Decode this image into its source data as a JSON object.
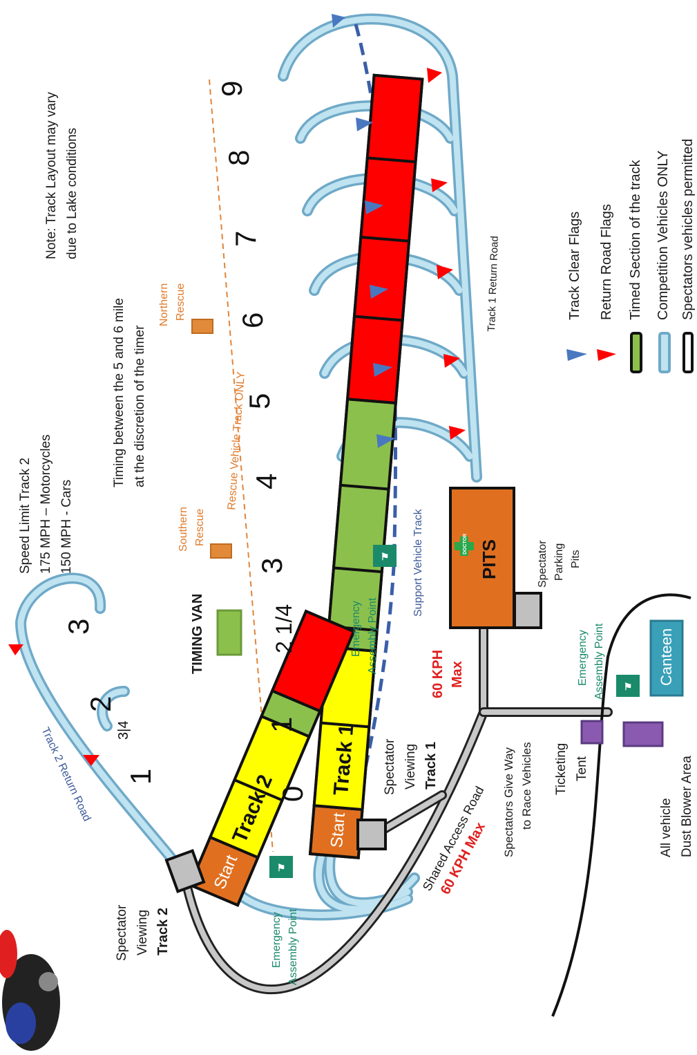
{
  "note": {
    "line1": "Note:  Track Layout may vary",
    "line2": "due to Lake conditions"
  },
  "speed_limit": {
    "line1": "Speed Limit Track 2",
    "line2": "175 MPH – Motorcycles",
    "line3": "150 MPH - Cars"
  },
  "timing_note": {
    "line1": "Timing between  the  5 and 6 mile",
    "line2": "at the discretion of the timer"
  },
  "timing_van": "TIMING  VAN",
  "rescue": {
    "northern_1": "Northern",
    "northern_2": "Rescue",
    "southern_1": "Southern",
    "southern_2": "Rescue",
    "vehicle_track": "Rescue Vehicle Track ONLY"
  },
  "track1": {
    "name": "Track 1",
    "start": "Start",
    "miles": [
      "0",
      "1",
      "2 1/4",
      "3",
      "4",
      "5",
      "6",
      "7",
      "8",
      "9"
    ],
    "return_road": "Track 1 Return Road"
  },
  "track2": {
    "name": "Track 2",
    "start": "Start",
    "miles": [
      "1",
      "3|4",
      "2",
      "3"
    ],
    "return_road": "Track 2 Return Road"
  },
  "support_track": "Support Vehicle Track",
  "emergency": {
    "line1": "Emergency",
    "line2": "Assembly Point"
  },
  "pits": {
    "label": "PITS",
    "doctor": "DOCTOR"
  },
  "spectator_parking": {
    "line1": "Spectator",
    "line2": "Parking",
    "line3": "Pits"
  },
  "spectator_track1": {
    "line1": "Spectator",
    "line2": "Viewing",
    "line3": "Track 1"
  },
  "spectator_track2": {
    "line1": "Spectator",
    "line2": "Viewing",
    "line3": "Track 2"
  },
  "pits_speed": {
    "line1": "60 KPH",
    "line2": "Max"
  },
  "access_road": {
    "line1": "Shared Access Road",
    "line2": "60 KPH Max"
  },
  "give_way": {
    "line1": "Spectators Give Way",
    "line2": "to Race Vehicles"
  },
  "ticketing": {
    "line1": "Ticketing",
    "line2": "Tent"
  },
  "dust_blower": {
    "line1": "All vehicle",
    "line2": "Dust Blower Area"
  },
  "canteen": "Canteen",
  "legend": {
    "clear_flags": "Track Clear Flags",
    "return_flags": "Return  Road Flags",
    "timed_section": "Timed Section of the track",
    "competition": "Competition Vehicles ONLY",
    "spectators": "Spectators vehicles permitted"
  },
  "colors": {
    "red": "#ff0000",
    "green": "#8cc04c",
    "yellow": "#ffff00",
    "orange": "#e07020",
    "light_blue": "#a6d3e6",
    "blue_flag": "#4a78c0",
    "dark_blue_dash": "#3a5fa8",
    "teal_canteen": "#3aa0b8",
    "purple": "#8a5ab0"
  }
}
